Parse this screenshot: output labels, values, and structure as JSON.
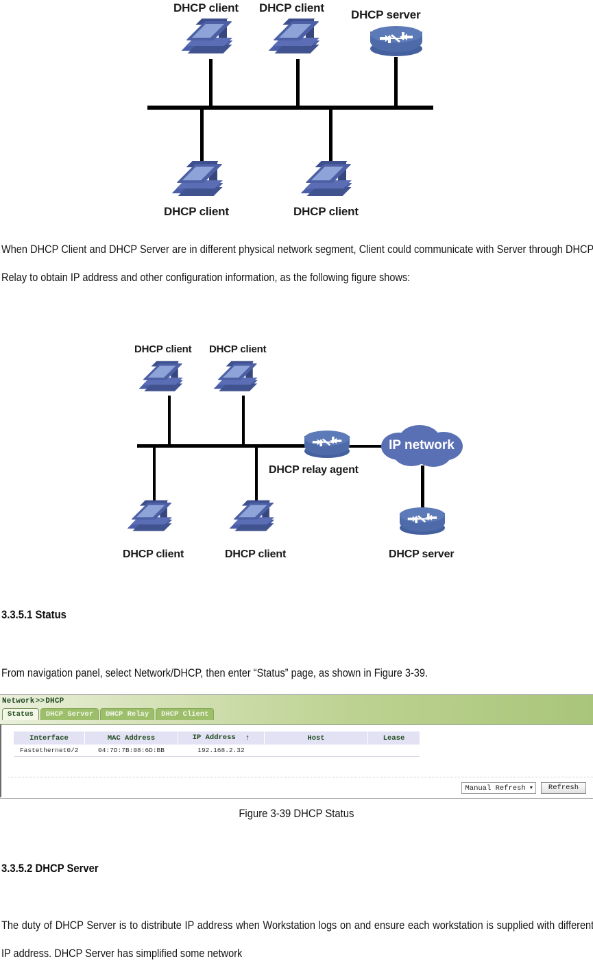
{
  "figure_top": {
    "nodes": [
      {
        "type": "pc",
        "label": "DHCP client"
      },
      {
        "type": "pc",
        "label": "DHCP client"
      },
      {
        "type": "router",
        "label": "DHCP server"
      },
      {
        "type": "pc",
        "label": "DHCP client"
      },
      {
        "type": "pc",
        "label": "DHCP client"
      }
    ]
  },
  "paragraph1": "When DHCP Client and DHCP Server are in different physical network segment, Client could communicate with Server through DHCP Relay to obtain IP address and other configuration information, as the following figure shows:",
  "figure_relay": {
    "nodes": [
      {
        "type": "pc",
        "label": "DHCP client"
      },
      {
        "type": "pc",
        "label": "DHCP client"
      },
      {
        "type": "router",
        "label": "DHCP relay agent"
      },
      {
        "type": "cloud",
        "label": "IP network"
      },
      {
        "type": "pc",
        "label": "DHCP client"
      },
      {
        "type": "pc",
        "label": "DHCP client"
      },
      {
        "type": "router",
        "label": "DHCP server"
      }
    ]
  },
  "heading_status": "3.3.5.1 Status",
  "paragraph2": "From navigation panel, select Network/DHCP, then enter “Status” page, as shown in Figure 3-39.",
  "ui": {
    "breadcrumb": {
      "root": "Network",
      "separator": ">>",
      "current": "DHCP"
    },
    "tabs": [
      {
        "label": "Status",
        "active": true
      },
      {
        "label": "DHCP Server",
        "active": false
      },
      {
        "label": "DHCP Relay",
        "active": false
      },
      {
        "label": "DHCP Client",
        "active": false
      }
    ],
    "table": {
      "columns": [
        "Interface",
        "MAC Address",
        "IP Address",
        "Host",
        "Lease"
      ],
      "sorted_column": "IP Address",
      "sort_indicator": "↑",
      "rows": [
        {
          "interface": "Fastethernet0/2",
          "mac": "04:7D:7B:08:6D:BB",
          "ip": "192.168.2.32",
          "host": "",
          "lease": ""
        }
      ]
    },
    "controls": {
      "refresh_mode": "Manual Refresh",
      "refresh_button": "Refresh"
    },
    "colors": {
      "header_gradient_start": "#eaf0dc",
      "header_gradient_end": "#a9c57a",
      "tab_active_bg": "#f2f7e6",
      "tab_inactive_bg": "#9dbf6b",
      "table_header_bg": "#e2e2f4",
      "heading_text": "#1f4a1d"
    }
  },
  "figure_caption": "Figure 3-39 DHCP Status",
  "heading_dhcp_server": "3.3.5.2 DHCP Server",
  "paragraph3": "The duty of DHCP Server is to distribute IP address when Workstation logs on and ensure each workstation is supplied with different IP address. DHCP Server has simplified some network"
}
